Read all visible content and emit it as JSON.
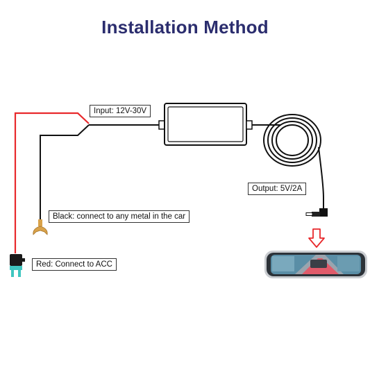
{
  "title": "Installation Method",
  "labels": {
    "input": "Input: 12V-30V",
    "output": "Output: 5V/2A",
    "black": "Black: connect to any metal in the car",
    "red": "Red: Connect to ACC"
  },
  "colors": {
    "title": "#2b2d6e",
    "red_wire": "#e8282b",
    "black_wire": "#111111",
    "arrow": "#e8282b",
    "fuse_body": "#1a1a1a",
    "fuse_blade": "#3fc6c0",
    "ring_terminal": "#d9a24a"
  }
}
